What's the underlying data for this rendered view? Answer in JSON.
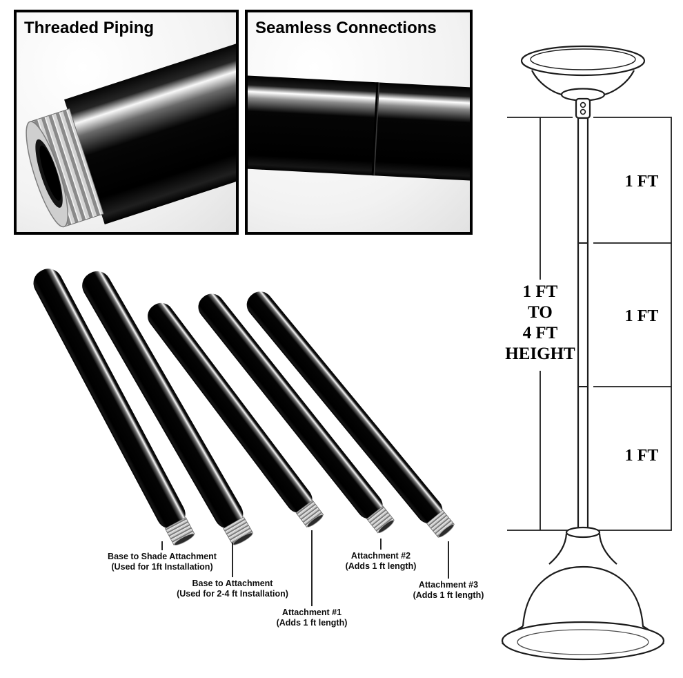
{
  "panels": {
    "threaded": {
      "title": "Threaded Piping"
    },
    "seamless": {
      "title": "Seamless Connections"
    }
  },
  "pipes": {
    "labels": [
      {
        "title": "Base to Shade Attachment",
        "subtitle": "(Used for 1ft Installation)"
      },
      {
        "title": "Base to Attachment",
        "subtitle": "(Used for 2-4 ft Installation)"
      },
      {
        "title": "Attachment #1",
        "subtitle": "(Adds 1 ft length)"
      },
      {
        "title": "Attachment #2",
        "subtitle": "(Adds 1 ft length)"
      },
      {
        "title": "Attachment #3",
        "subtitle": "(Adds 1 ft length)"
      }
    ]
  },
  "diagram": {
    "height_lines": [
      "1 FT",
      "TO",
      "4 FT",
      "HEIGHT"
    ],
    "segments": [
      "1 FT",
      "1 FT",
      "1 FT"
    ]
  },
  "colors": {
    "pipe_black": "#0a0a0a",
    "thread_silver": "#cfcfcf",
    "line": "#1c1c1c",
    "background": "#ffffff"
  }
}
